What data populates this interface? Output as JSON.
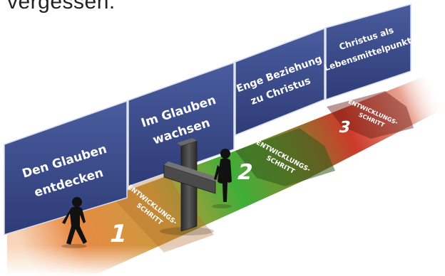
{
  "header": {
    "partial_text": "vergessen."
  },
  "panels": [
    {
      "line1": "Den Glauben",
      "line2": "entdecken"
    },
    {
      "line1": "Im Glauben",
      "line2": "wachsen"
    },
    {
      "line1": "Enge Beziehung",
      "line2": "zu Christus"
    },
    {
      "line1": "Christus als",
      "line2": "Lebensmittelpunkt"
    }
  ],
  "steps": [
    {
      "number": "1",
      "line1": "ENTWICKLUNGS-",
      "line2": "SCHRITT"
    },
    {
      "number": "2",
      "line1": "ENTWICKLUNGS-",
      "line2": "SCHRITT"
    },
    {
      "number": "3",
      "line1": "ENTWICKLUNGS-",
      "line2": "SCHRITT"
    }
  ],
  "colors": {
    "panel_blue": "#3a4b8c",
    "panel_blue_dark": "#2b386d",
    "floor_orange": "#e2884a",
    "floor_green": "#3fae3a",
    "floor_red": "#c8392b",
    "silhouette": "#111111",
    "cross": "#3c3c3c"
  },
  "icons": {
    "walking_person": "walking-person-icon",
    "standing_person": "standing-person-icon",
    "cross": "cross-icon"
  }
}
